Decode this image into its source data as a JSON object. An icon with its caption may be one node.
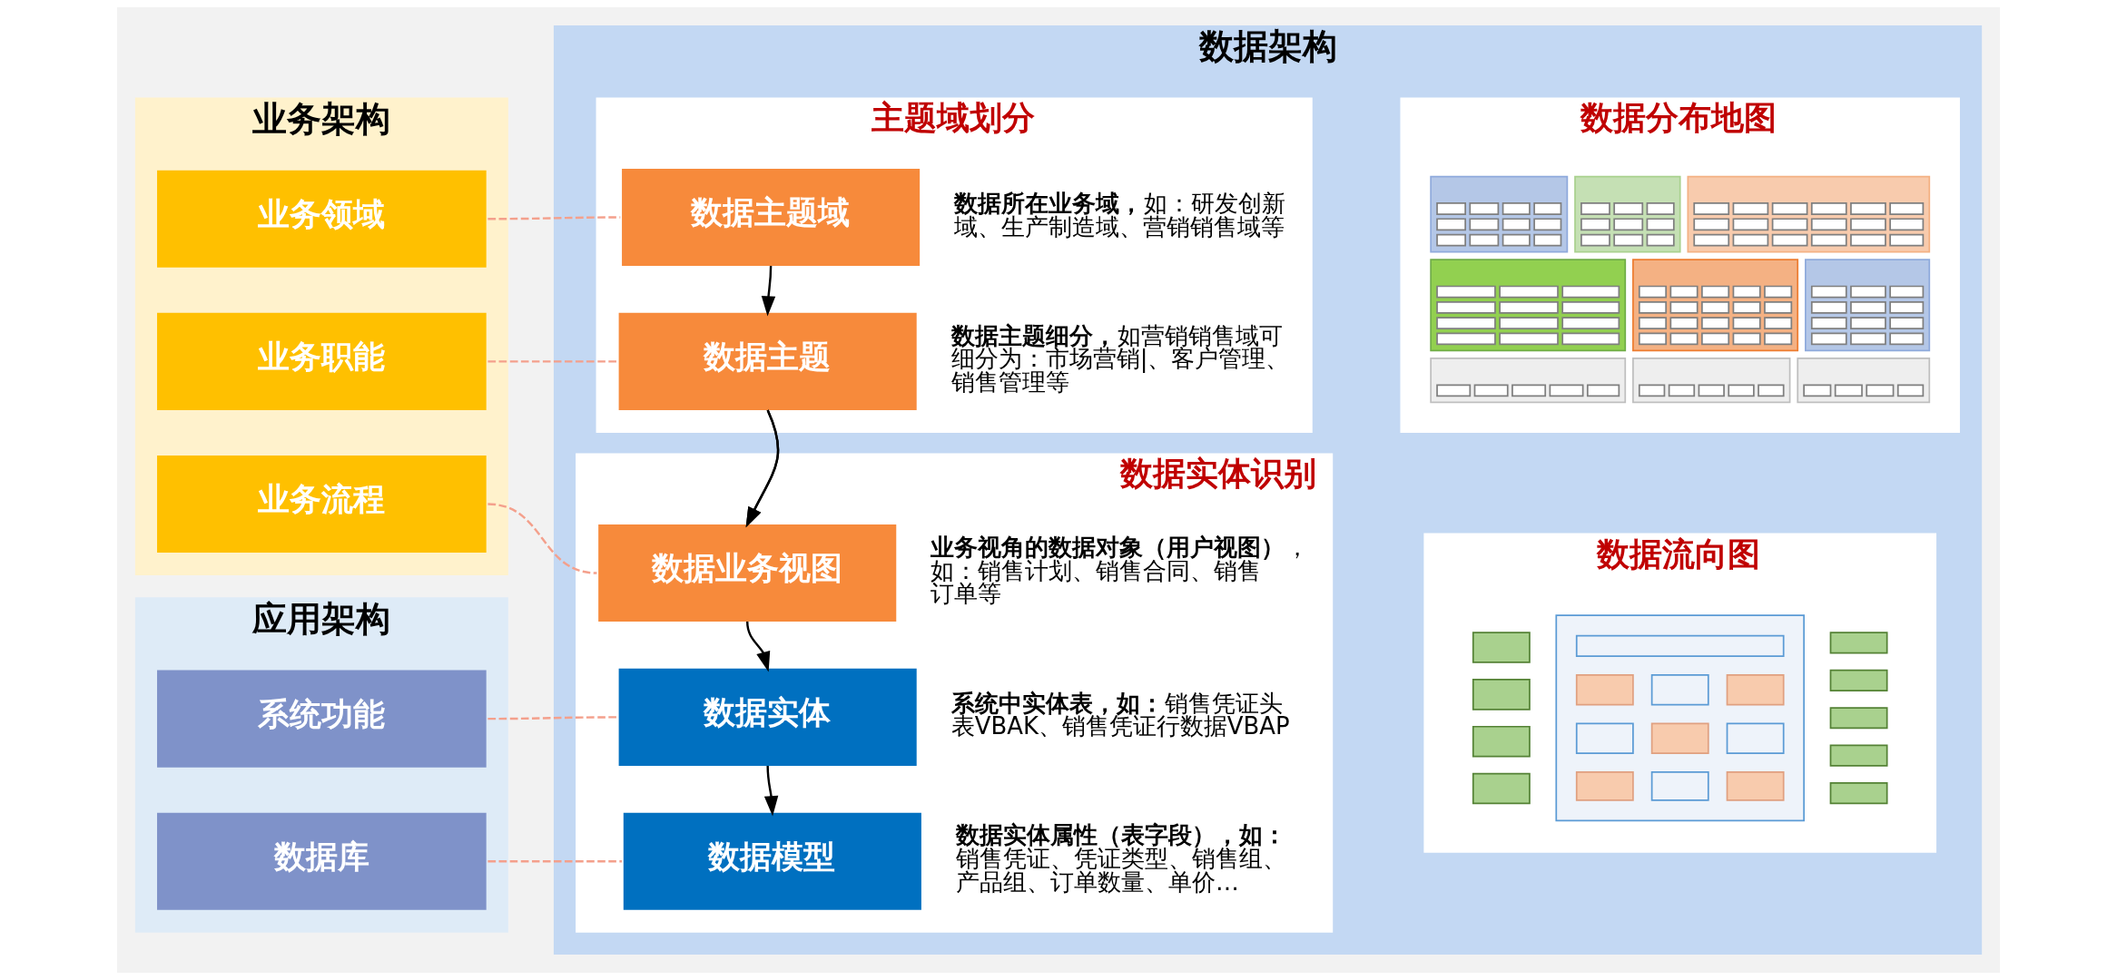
{
  "diagram": {
    "nodes": [
      {
        "text": [
          "业务架构"
        ]
      },
      {
        "text": [
          "业务领域"
        ],
        "in": 0
      },
      {
        "text": [
          "业务职能"
        ],
        "in": 0
      },
      {
        "text": [
          "业务流程"
        ],
        "in": 0
      },
      {
        "text": [
          "应用架构"
        ]
      },
      {
        "text": [
          "系统功能"
        ],
        "in": 4
      },
      {
        "text": [
          "数据库"
        ],
        "in": 4
      },
      {
        "text": [
          "数据架构"
        ]
      },
      {
        "text": [
          "主题域划分"
        ],
        "in": 7
      },
      {
        "text": [
          "数据主题域"
        ],
        "in": 8,
        "beside": [
          "**数据所在业务域，**如：研发创新域、生产制造域、营销销售域等"
        ]
      },
      {
        "text": [
          "数据主题"
        ],
        "in": 8,
        "beside": [
          "**数据主题细分，**如营销销售域可细分为：市场营销|、客户管理、销售管理等"
        ]
      },
      {
        "text": [
          "数据实体识别"
        ],
        "in": 7
      },
      {
        "text": [
          "数据业务视图"
        ],
        "in": 11,
        "beside": [
          "**业务视角的数据对象（用户视图）**，如：销售计划、销售合同、销售订单等"
        ]
      },
      {
        "text": [
          "数据实体"
        ],
        "in": 11,
        "beside": [
          "**系统中实体表，如：**销售凭证头表VBAK、销售凭证行数据VBAP"
        ]
      },
      {
        "text": [
          "数据模型"
        ],
        "in": 11,
        "beside": [
          "**数据实体属性（表字段），如：**销售凭证、凭证类型、销售组、产品组、订单数量、单价…"
        ]
      },
      {
        "text": [
          "数据分布地图"
        ],
        "in": 7
      },
      {
        "text": [],
        "shape": "picture",
        "in": 15
      },
      {
        "text": [
          "数据流向图"
        ],
        "in": 7
      },
      {
        "text": [],
        "shape": "picture",
        "in": 17
      }
    ],
    "edges": [
      {
        "from": 1,
        "to": 9,
        "arrow": "none",
        "style": "dashed",
        "color": "#f4a08c"
      },
      {
        "from": 2,
        "to": 10,
        "arrow": "none",
        "style": "dashed",
        "color": "#f4a08c"
      },
      {
        "from": 3,
        "to": 12,
        "arrow": "none",
        "style": "dashed",
        "color": "#f4a08c"
      },
      {
        "from": 5,
        "to": 13,
        "arrow": "none",
        "style": "dashed",
        "color": "#f4a08c"
      },
      {
        "from": 6,
        "to": 14,
        "arrow": "none",
        "style": "dashed",
        "color": "#f4a08c"
      },
      {
        "from": 9,
        "to": 10,
        "arrow": "to",
        "color": "#000000"
      },
      {
        "from": 10,
        "to": 12,
        "arrow": "to",
        "color": "#000000"
      },
      {
        "from": 12,
        "to": 13,
        "arrow": "to",
        "color": "#000000"
      },
      {
        "from": 13,
        "to": 14,
        "arrow": "to",
        "color": "#000000"
      }
    ]
  }
}
